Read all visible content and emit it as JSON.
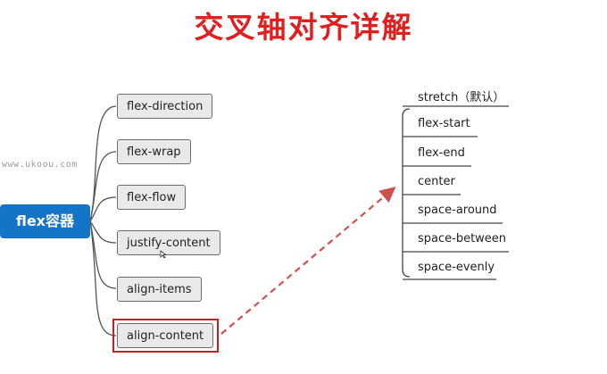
{
  "title": "交叉轴对齐详解",
  "watermark": "www.ukoou.com",
  "root": {
    "label": "flex容器"
  },
  "properties": [
    {
      "label": "flex-direction"
    },
    {
      "label": "flex-wrap"
    },
    {
      "label": "flex-flow"
    },
    {
      "label": "justify-content"
    },
    {
      "label": "align-items"
    },
    {
      "label": "align-content",
      "highlighted": true
    }
  ],
  "align_content_values": [
    {
      "label": "stretch（默认）"
    },
    {
      "label": "flex-start"
    },
    {
      "label": "flex-end"
    },
    {
      "label": "center"
    },
    {
      "label": "space-around"
    },
    {
      "label": "space-between"
    },
    {
      "label": "space-evenly"
    }
  ],
  "colors": {
    "title": "#e02020",
    "root_fill": "#1474c8",
    "node_fill": "#e9e9e9",
    "node_border": "#6d6d6d",
    "highlight": "#c81e1e",
    "arrow": "#d05050",
    "connector": "#555555"
  }
}
